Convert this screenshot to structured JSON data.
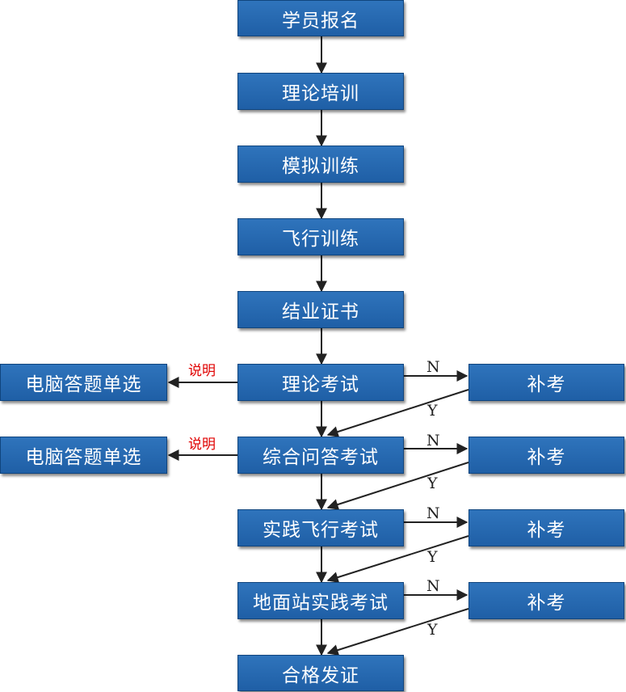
{
  "main_flow": {
    "step1": "学员报名",
    "step2": "理论培训",
    "step3": "模拟训练",
    "step4": "飞行训练",
    "step5": "结业证书",
    "step6": "理论考试",
    "step7": "综合问答考试",
    "step8": "实践飞行考试",
    "step9": "地面站实践考试",
    "step10": "合格发证"
  },
  "side_boxes": {
    "left1": "电脑答题单选",
    "left2": "电脑答题单选",
    "retake1": "补考",
    "retake2": "补考",
    "retake3": "补考",
    "retake4": "补考"
  },
  "edge_labels": {
    "note": "说明",
    "no": "N",
    "yes": "Y"
  },
  "colors": {
    "box_fill": "#2a6db5",
    "box_border": "#10457e",
    "arrow": "#222222",
    "note_text": "#e00000"
  }
}
